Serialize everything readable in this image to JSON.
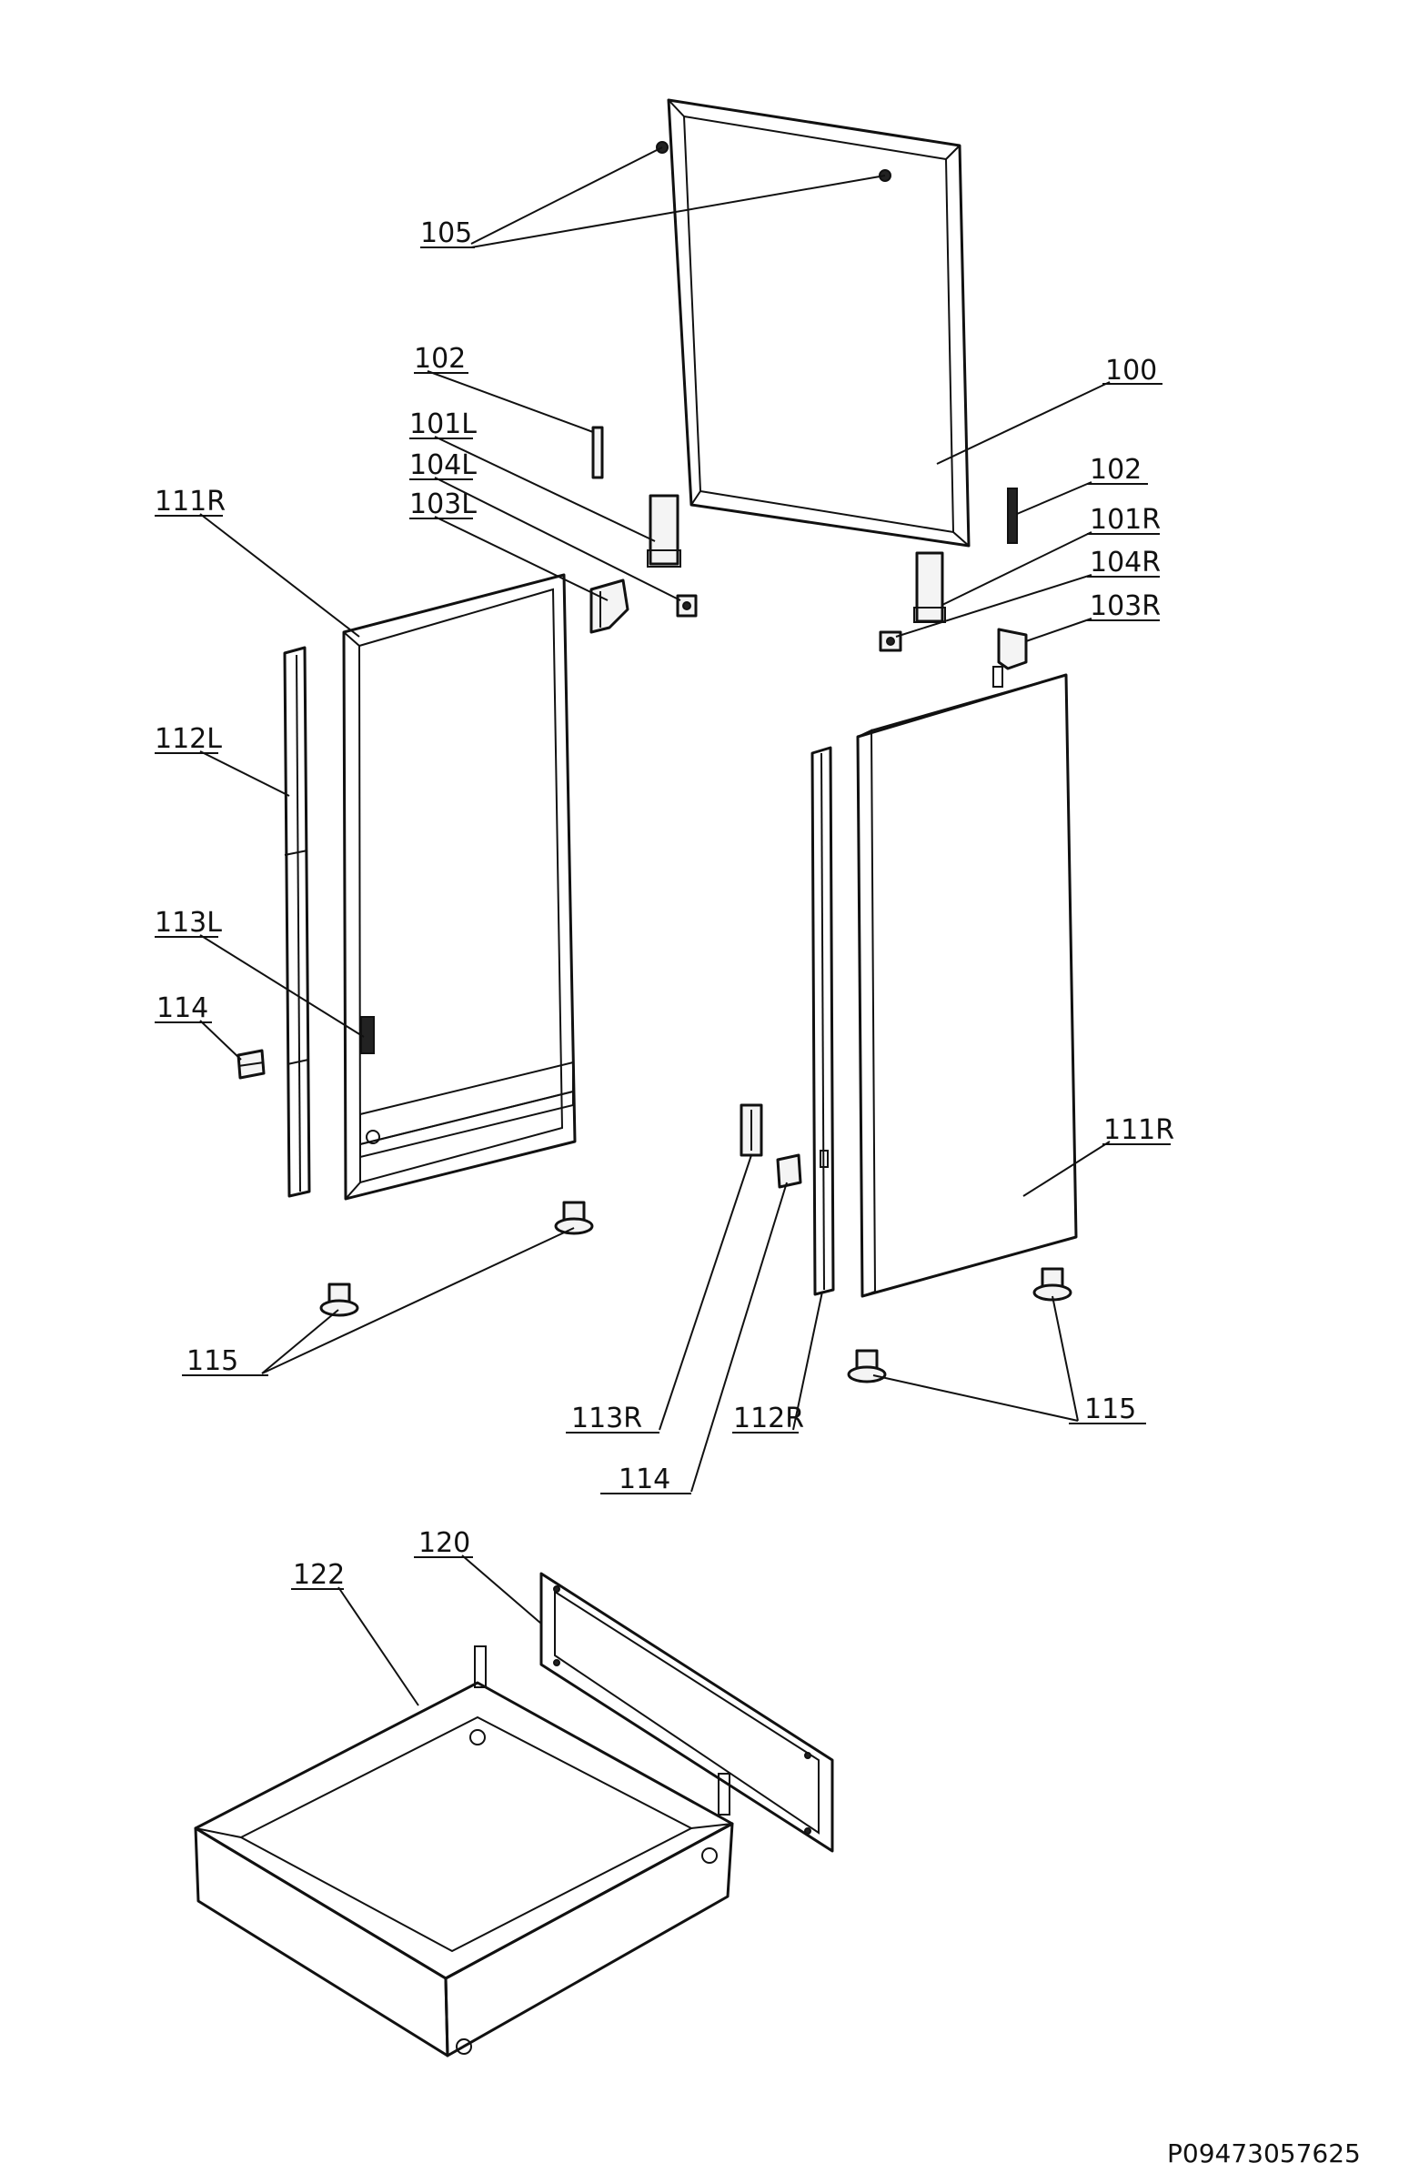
{
  "labels": {
    "l105": "105",
    "l102a": "102",
    "l100": "100",
    "l101L": "101L",
    "l104L": "104L",
    "l103L": "103L",
    "l111R_left": "111R",
    "l102b": "102",
    "l101R": "101R",
    "l104R": "104R",
    "l103R": "103R",
    "l112L": "112L",
    "l113L": "113L",
    "l114a": "114",
    "l111R_right": "111R",
    "l115a": "115",
    "l113R": "113R",
    "l112R": "112R",
    "l115b": "115",
    "l114b": "114",
    "l120": "120",
    "l122": "122"
  },
  "drawing_code": "P09473057625"
}
